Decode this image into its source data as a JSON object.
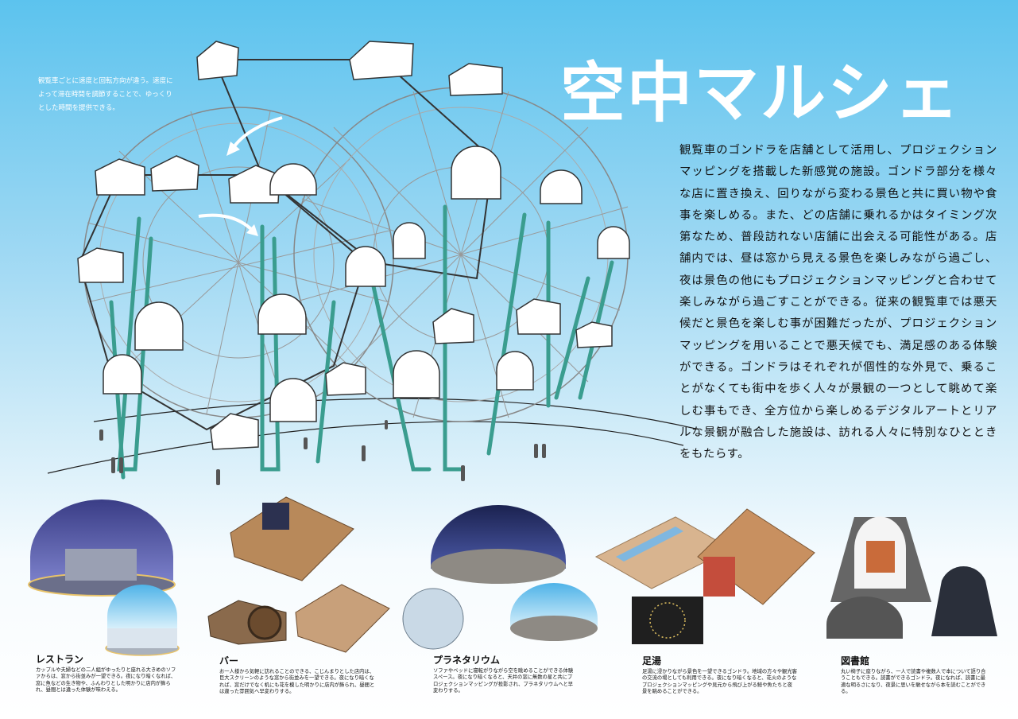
{
  "title": "空中マルシェ",
  "wheel_note": "観覧車ごとに速度と回転方向が違う。速度によって滞在時間を調節することで、ゆっくりとした時間を提供できる。",
  "description": "観覧車のゴンドラを店舗として活用し、プロジェクションマッピングを搭載した新感覚の施設。ゴンドラ部分を様々な店に置き換え、回りながら変わる景色と共に買い物や食事を楽しめる。また、どの店舗に乗れるかはタイミング次第なため、普段訪れない店舗に出会える可能性がある。店舗内では、昼は窓から見える景色を楽しみながら過ごし、夜は景色の他にもプロジェクションマッピングと合わせて楽しみながら過ごすことができる。従来の観覧車では悪天候だと景色を楽しむ事が困難だったが、プロジェクションマッピングを用いることで悪天候でも、満足感のある体験ができる。ゴンドラはそれぞれが個性的な外見で、乗ることがなくても街中を歩く人々が景観の一つとして眺めて楽しむ事もでき、全方位から楽しめるデジタルアートとリアルな景観が融合した施設は、訪れる人々に特別なひとときをもたらす。",
  "shops": [
    {
      "name": "レストラン",
      "text": "カップルや夫婦などの二人組がゆったりと座れる大きめのソファからは、窓から街並みが一望できる。夜になり暗くなれば、窓に魚などの生き物や、ふんわりとした明かりに店内が飾られ、昼間とは違った体験が味わえる。"
    },
    {
      "name": "バー",
      "text": "お一人様から気軽に訪れることのできる、こじんまりとした店内は、巨大スクリーンのような窓から街並みを一望できる。夜になり暗くなれば、窓だけでなく机にも花を模した明かりに店内が飾られ、昼間とは違った雰囲気へ早変わりする。"
    },
    {
      "name": "プラネタリウム",
      "text": "ソファやベッドに寝転がりながら空を眺めることができる体験スペース。夜になり暗くなると、天井の窓に無数の星と共にプロジェクションマッピングが投影され、プラネタリウムへと早変わりする。"
    },
    {
      "name": "足湯",
      "text": "足湯に浸かりながら景色を一望できるゴンドラ。地域の方々や観光客の交流の場としても利用できる。夜になり暗くなると、花火のようなプロジェクションマッピングや見元から飛び上がる鯨や魚たちと夜景を眺めることができる。"
    },
    {
      "name": "図書館",
      "text": "丸い椅子に座りながら、一人で読書や複数人で本について語り合うこともできる。読書ができるゴンドラ。夜になれば、読書に最適な明るさになり、夜景に思いを馳せながら本を読むことができる。"
    }
  ],
  "colors": {
    "sky_top": "#5cc3ee",
    "teal_support": "#3a9d8f",
    "gondola": "#ffffff",
    "wood": "#c89060",
    "night": "#2a2f6a"
  }
}
